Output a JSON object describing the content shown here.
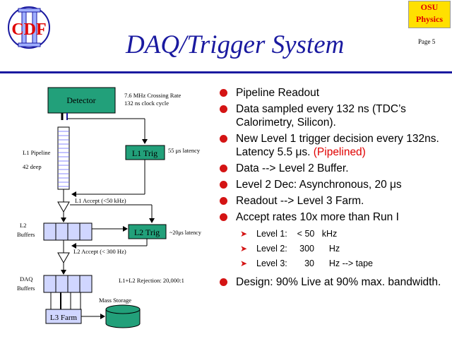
{
  "header": {
    "logo_text": "CDF",
    "title": "DAQ/Trigger System",
    "badge_line1": "OSU",
    "badge_line2": "Physics",
    "page": "Page 5"
  },
  "diagram": {
    "detector": "Detector",
    "crossing_rate": "7.6 MHz Crossing Rate",
    "clock_cycle": "132 ns clock cycle",
    "l1_pipeline": "L1 Pipeline",
    "deep": "42 deep",
    "l1_trig": "L1 Trig",
    "l1_latency": "55 μs latency",
    "l1_accept": "L1 Accept (<50 kHz)",
    "l2_buffers_1": "L2",
    "l2_buffers_2": "Buffers",
    "l2_trig": "L2 Trig",
    "l2_latency": "~20μs latency",
    "l2_accept": "L2 Accept (< 300 Hz)",
    "daq_1": "DAQ",
    "daq_2": "Buffers",
    "rejection": "L1+L2 Rejection: 20,000:1",
    "mass_storage": "Mass Storage",
    "l3_farm": "L3 Farm"
  },
  "bullets": {
    "b1": "Pipeline Readout",
    "b2": "Data sampled every 132 ns (TDC’s Calorimetry, Silicon).",
    "b3_main": "New Level 1 trigger decision every 132ns.  Latency 5.5 μs. ",
    "b3_red": "(Pipelined)",
    "b4": "Data --> Level 2 Buffer.",
    "b5": "Level 2 Dec: Asynchronous, 20 μs",
    "b6": "Readout --> Level 3 Farm.",
    "b7": "Accept rates 10x more than Run I",
    "sub1": "Level 1:    < 50   kHz",
    "sub2": "Level 2:     300      Hz",
    "sub3": "Level 3:       30      Hz --> tape",
    "b8": "Design: 90% Live at 90% max. bandwidth."
  },
  "colors": {
    "title": "#1a1aa0",
    "box": "#22a07a",
    "bullet": "#d41414",
    "badge_bg": "#ffe000"
  }
}
